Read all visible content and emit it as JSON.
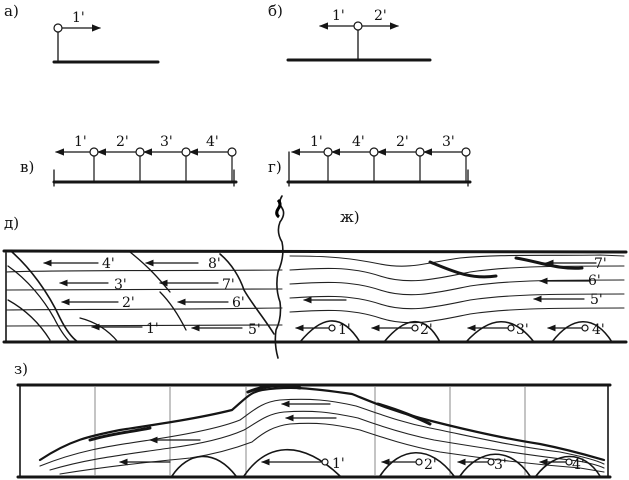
{
  "sections": {
    "a": {
      "label": "а)",
      "items": [
        "1'"
      ]
    },
    "b": {
      "label": "б)",
      "items": [
        "1'",
        "2'"
      ]
    },
    "v": {
      "label": "в)",
      "items": [
        "1'",
        "2'",
        "3'",
        "4'"
      ]
    },
    "g": {
      "label": "г)",
      "items": [
        "1'",
        "4'",
        "2'",
        "3'"
      ]
    },
    "d": {
      "label": "д)",
      "items": [
        "4'",
        "8'",
        "3'",
        "7'",
        "2'",
        "6'",
        "1'",
        "5'"
      ]
    },
    "zh": {
      "label": "ж)",
      "items": [
        "7'",
        "6'",
        "5'",
        "1'",
        "2'",
        "3'",
        "4'"
      ]
    },
    "z": {
      "label": "з)",
      "items": [
        "1'",
        "2'",
        "3'",
        "4'"
      ]
    }
  }
}
